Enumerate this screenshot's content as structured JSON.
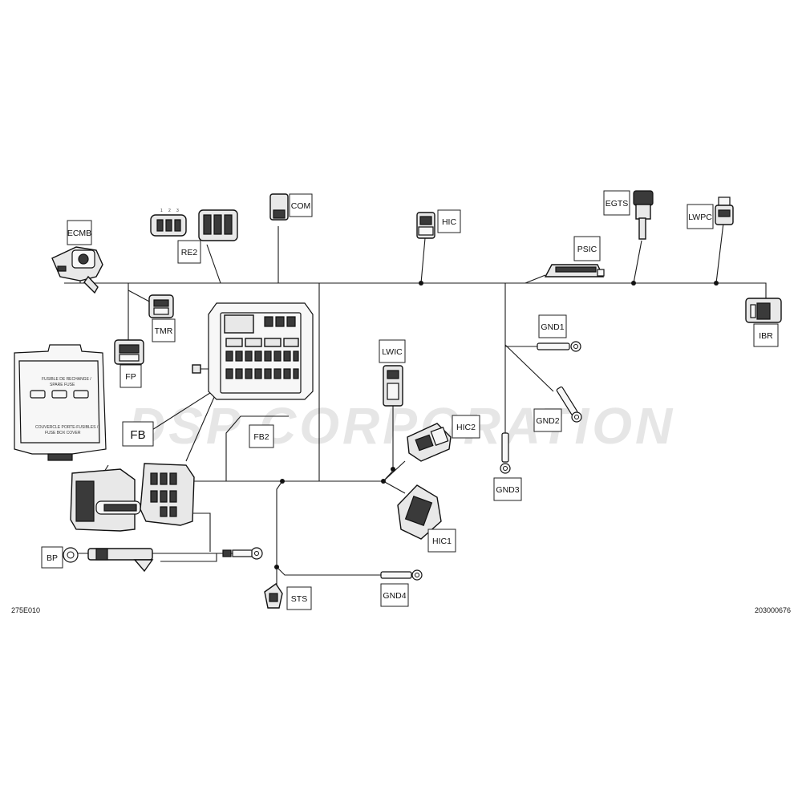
{
  "watermark": "DSP CORPORATION",
  "references": {
    "left": "275E010",
    "right": "203000676"
  },
  "fuse_cover_text": {
    "line1": "FUSIBLE DE RECHANGE /",
    "line2": "SPARE FUSE",
    "line3": "COUVERCLE PORTE-FUSIBLES /",
    "line4": "FUSE BOX COVER"
  },
  "connector_pins": [
    "1",
    "2",
    "3"
  ],
  "labels": {
    "ecmb": "ECMB",
    "re2": "RE2",
    "com": "COM",
    "hic": "HIC",
    "egts": "EGTS",
    "lwpc": "LWPC",
    "psic": "PSIC",
    "ibr": "IBR",
    "tmr": "TMR",
    "fp": "FP",
    "fb": "FB",
    "fb2": "FB2",
    "lwic": "LWIC",
    "hic2": "HIC2",
    "hic1": "HIC1",
    "gnd1": "GND1",
    "gnd2": "GND2",
    "gnd3": "GND3",
    "gnd4": "GND4",
    "bp": "BP",
    "sts": "STS"
  }
}
